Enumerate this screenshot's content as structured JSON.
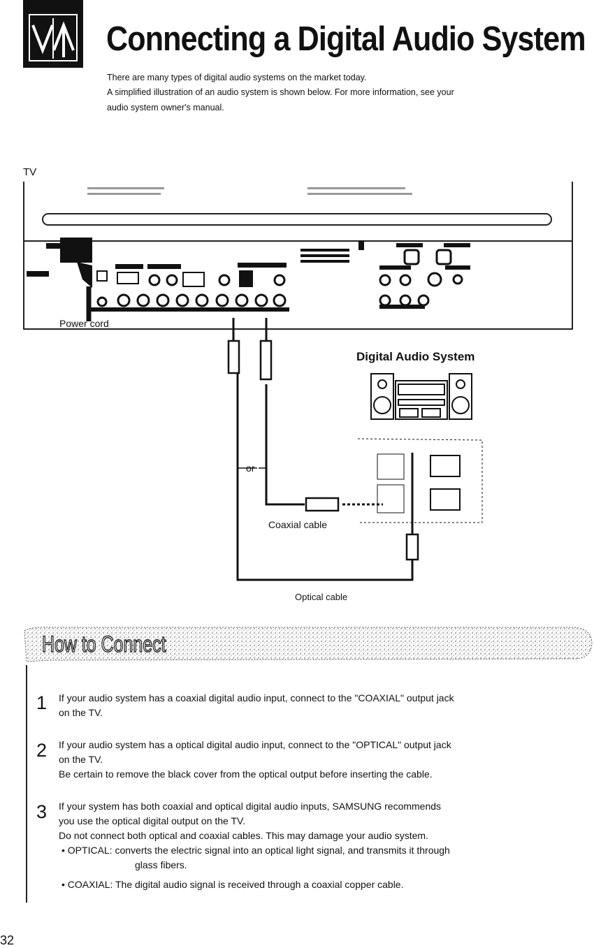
{
  "header": {
    "title": "Connecting a Digital Audio System",
    "intro_line1": "There are many types of digital audio systems on the market today.",
    "intro_line2": "A simplified illustration of an audio system is shown below. For more information, see your",
    "intro_line3": "audio system owner's manual."
  },
  "diagram": {
    "tv_label": "TV",
    "power_cord_label": "Power cord",
    "digital_audio_system_label": "Digital Audio System",
    "or_label": "or",
    "coaxial_cable_label": "Coaxial cable",
    "optical_cable_label": "Optical cable"
  },
  "how_to_connect": {
    "title": "How to Connect",
    "steps": [
      {
        "number": "1",
        "line1": "If your audio system has a coaxial digital audio input, connect to the \"COAXIAL\" output jack",
        "line2": "on the TV."
      },
      {
        "number": "2",
        "line1": "If your audio system has a optical digital audio input, connect to the \"OPTICAL\" output jack",
        "line2": "on the TV.",
        "line3": "Be certain to remove the black cover from the optical output before inserting the cable."
      },
      {
        "number": "3",
        "line1": "If your system has both coaxial and optical digital audio inputs, SAMSUNG recommends",
        "line2": "you use the optical digital output on the TV.",
        "line3": "Do not connect both optical and coaxial cables. This may damage your audio system.",
        "bullet1": "• OPTICAL:  converts the electric signal into an optical light signal, and transmits it through",
        "bullet1_cont": "glass fibers.",
        "bullet2": "• COAXIAL: The digital audio signal is received through a coaxial copper cable."
      }
    ]
  },
  "page_number": "32"
}
